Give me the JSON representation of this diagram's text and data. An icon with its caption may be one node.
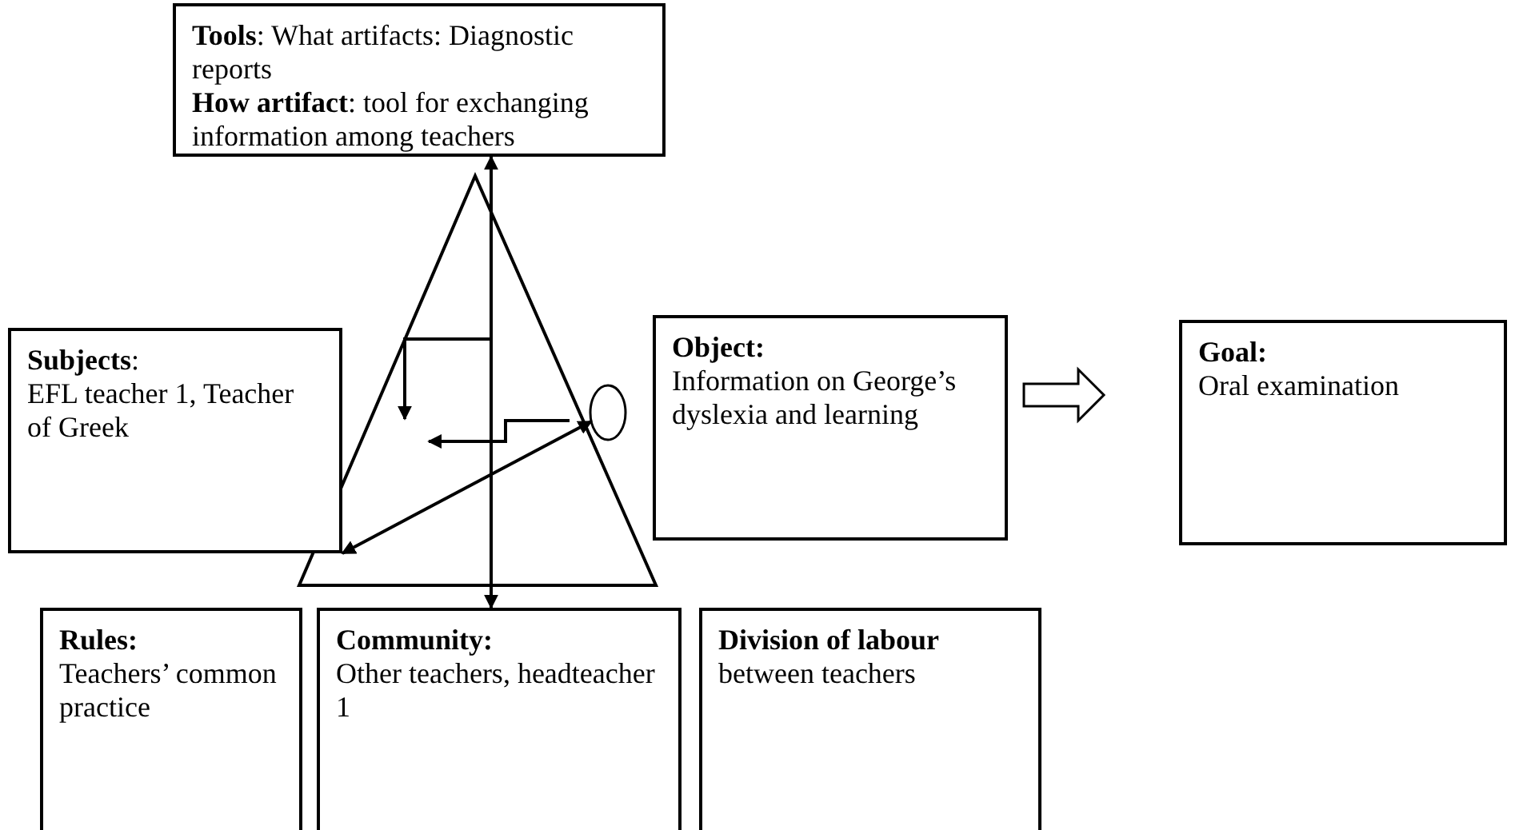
{
  "diagram": {
    "nodes": [
      {
        "text": [
          "**Tools**: What artifacts: Diagnostic reports",
          "**How artifact**: tool for exchanging information among teachers"
        ]
      },
      {
        "text": [
          "**Subjects**:",
          "EFL teacher 1, Teacher of Greek"
        ]
      },
      {
        "text": [
          "**Object:**",
          "Information on George’s dyslexia and learning"
        ]
      },
      {
        "text": [],
        "shape": "circle"
      },
      {
        "text": [
          "**Goal:**",
          "Oral examination"
        ]
      },
      {
        "text": [
          "**Rules:**",
          "Teachers’ common practice"
        ]
      },
      {
        "text": [
          "**Community:**",
          "Other teachers, headteacher 1"
        ]
      },
      {
        "text": [
          "**Division of labour** between teachers"
        ]
      }
    ],
    "edges": [
      {
        "from": 0,
        "to": 6,
        "arrow": "both"
      },
      {
        "from": 1,
        "to": 3,
        "arrow": "both"
      },
      {
        "from": 2,
        "to": 4,
        "arrow": "to",
        "style": "thick"
      }
    ]
  }
}
